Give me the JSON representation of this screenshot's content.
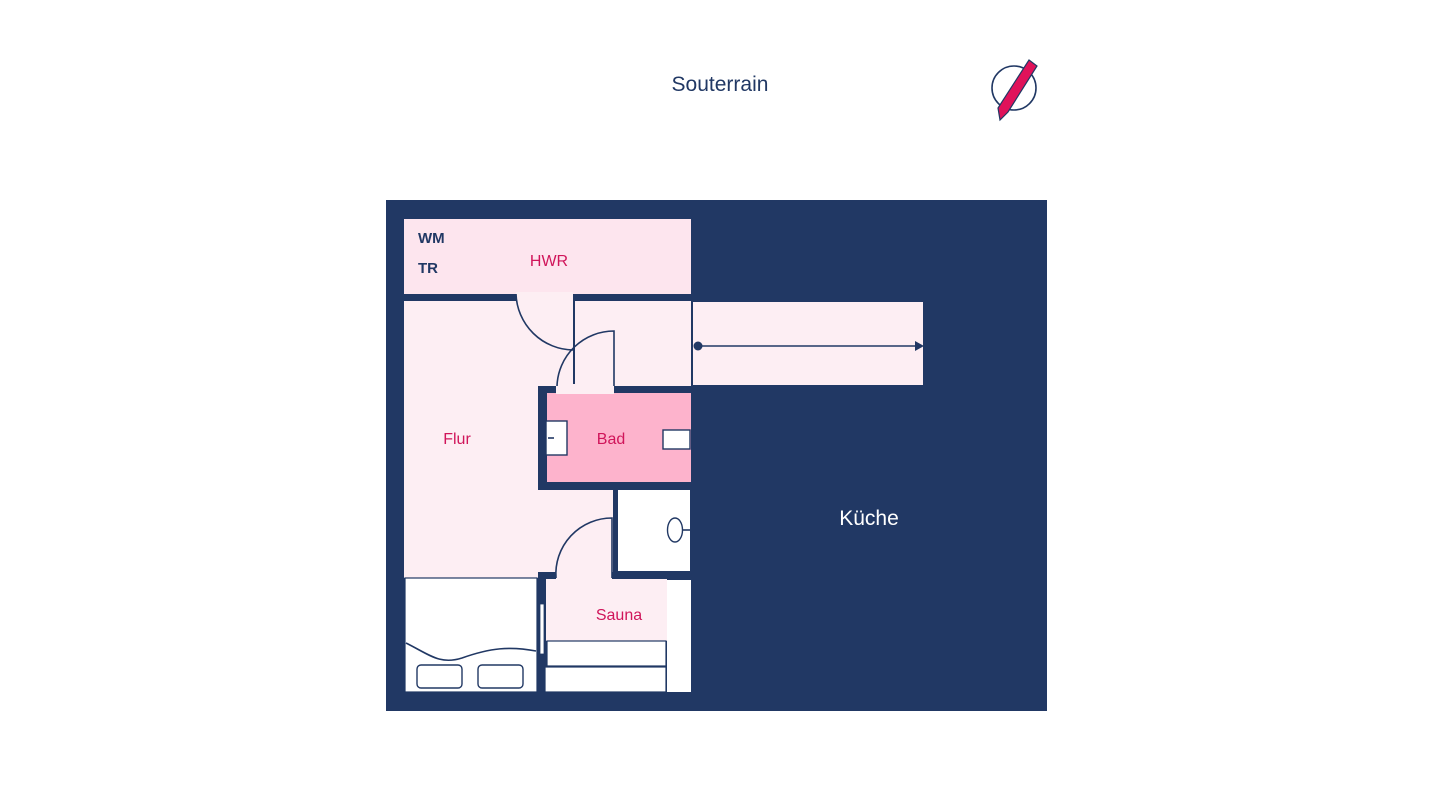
{
  "title": "Souterrain",
  "rooms": {
    "hwr": "HWR",
    "flur": "Flur",
    "bad": "Bad",
    "sauna": "Sauna",
    "kueche": "Küche"
  },
  "appliances": {
    "wm": "WM",
    "tr": "TR"
  },
  "colors": {
    "wall": "#213864",
    "room_light": "#fdeef3",
    "hwr": "#fde5ee",
    "bad": "#fdb3cc",
    "label": "#d0155a"
  },
  "icons": {
    "compass": "north-arrow-icon"
  }
}
